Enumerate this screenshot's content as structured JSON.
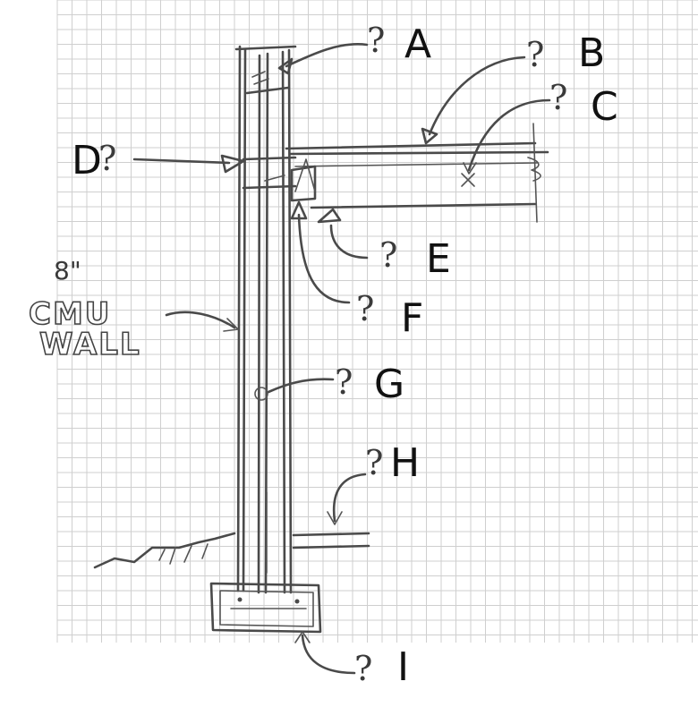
{
  "wall_label": {
    "line1": "8\"",
    "line2": "CMU",
    "line3": "WALL"
  },
  "callouts": [
    {
      "id": "A",
      "letter": "A",
      "mark": "?"
    },
    {
      "id": "B",
      "letter": "B",
      "mark": "?"
    },
    {
      "id": "C",
      "letter": "C",
      "mark": "?"
    },
    {
      "id": "D",
      "letter": "D",
      "mark": "?"
    },
    {
      "id": "E",
      "letter": "E",
      "mark": "?"
    },
    {
      "id": "F",
      "letter": "F",
      "mark": "?"
    },
    {
      "id": "G",
      "letter": "G",
      "mark": "?"
    },
    {
      "id": "H",
      "letter": "H",
      "mark": "?"
    },
    {
      "id": "I",
      "letter": "I",
      "mark": "?"
    }
  ],
  "colors": {
    "paper": "#ffffff",
    "grid": "#cfcfcf",
    "pencil": "#4a4a4a",
    "label": "#111111"
  }
}
